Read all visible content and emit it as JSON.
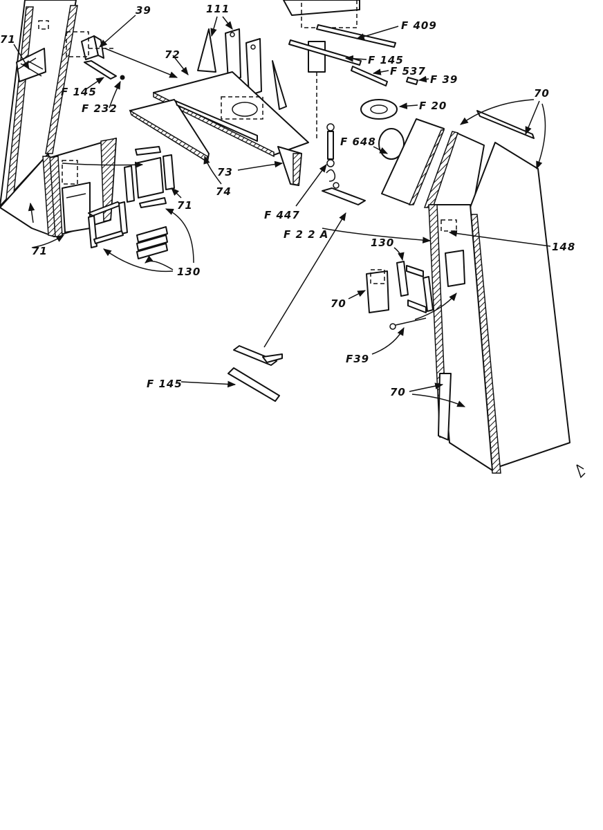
{
  "diagram": {
    "labels": {
      "l71_top": "71",
      "l39_top": "39",
      "l111": "111",
      "lF409": "F 409",
      "lF145_mid": "F 145",
      "lF537": "F 537",
      "lF39_top": "F 39",
      "l72": "72",
      "lF145_left": "F 145",
      "lF232": "F 232",
      "lF20": "F 20",
      "l70_top": "70",
      "lF648": "F 648",
      "l73": "73",
      "l74": "74",
      "l71_mid": "71",
      "lF447": "F 447",
      "lF22A": "F 2 2 A",
      "l71_bottom": "71",
      "l130_left": "130",
      "l130_right": "130",
      "l148": "148",
      "l70_mid": "70",
      "lF39_bottom": "F39",
      "lF145_bottom": "F 145",
      "l70_bottom": "70"
    }
  }
}
